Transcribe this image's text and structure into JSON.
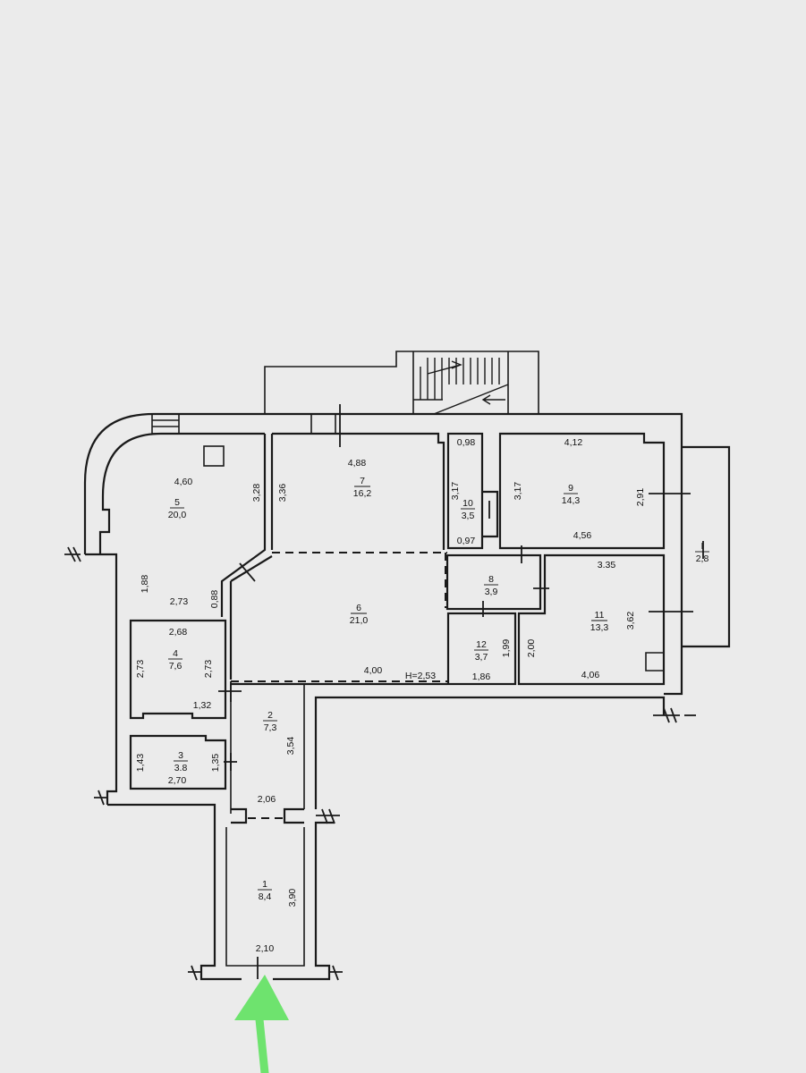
{
  "colors": {
    "background": "#ebebeb",
    "lines": "#1a1a1a",
    "entrance_arrow": "#6ee36e"
  },
  "height_note": "H=2,53",
  "rooms": [
    {
      "id": "r5",
      "number": "5",
      "area": "20,0"
    },
    {
      "id": "r7",
      "number": "7",
      "area": "16,2"
    },
    {
      "id": "r10",
      "number": "10",
      "area": "3,5"
    },
    {
      "id": "r9",
      "number": "9",
      "area": "14,3"
    },
    {
      "id": "r6",
      "number": "6",
      "area": "21,0"
    },
    {
      "id": "r8",
      "number": "8",
      "area": "3,9"
    },
    {
      "id": "r11",
      "number": "11",
      "area": "13,3"
    },
    {
      "id": "r12",
      "number": "12",
      "area": "3,7"
    },
    {
      "id": "r4",
      "number": "4",
      "area": "7,6"
    },
    {
      "id": "r3",
      "number": "3",
      "area": "3.8"
    },
    {
      "id": "r2",
      "number": "2",
      "area": "7,3"
    },
    {
      "id": "r1",
      "number": "1",
      "area": "8,4"
    },
    {
      "id": "rI",
      "number": "I",
      "area": "2,8"
    }
  ],
  "dimensions": {
    "d5_top": "4,60",
    "d5_right": "3,28",
    "d5_left": "1,88",
    "d5_bottom": "2,73",
    "d5_corner": "0,88",
    "d7_top": "4,88",
    "d7_left": "3,36",
    "d10_top": "0,98",
    "d10_left": "3,17",
    "d10_bottom": "0,97",
    "d9_top": "4,12",
    "d9_left": "3,17",
    "d9_right": "2,91",
    "d9_bottom": "4,56",
    "d6_bottom": "4,00",
    "d11_top": "3.35",
    "d11_right": "3,62",
    "d11_left": "2,00",
    "d11_bottom": "4,06",
    "d12_right": "1,99",
    "d12_bottom": "1,86",
    "d4_top": "2,68",
    "d4_left": "2,73",
    "d4_right": "2,73",
    "d4_bottom": "1,32",
    "d3_left": "1,43",
    "d3_right": "1,35",
    "d3_bottom": "2,70",
    "d2_right": "3,54",
    "d2_bottom": "2,06",
    "d1_right": "3,90",
    "d1_bottom": "2,10"
  }
}
